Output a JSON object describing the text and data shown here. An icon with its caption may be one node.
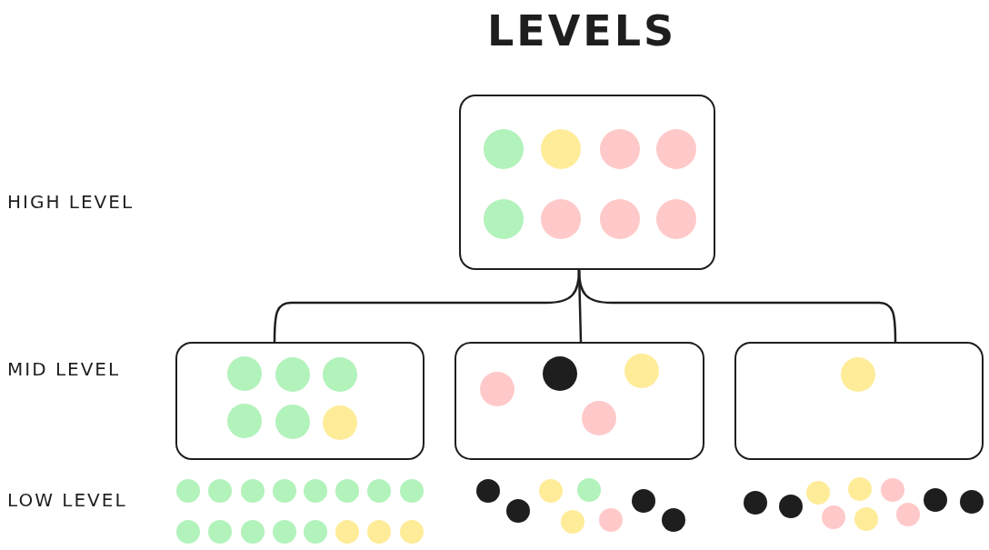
{
  "diagram": {
    "title": "LEVELS",
    "nodes": [
      {
        "text": [],
        "shape": "box"
      },
      {
        "text": [],
        "shape": "box"
      },
      {
        "text": [],
        "shape": "box"
      },
      {
        "text": [],
        "shape": "box"
      }
    ],
    "edges": [
      {
        "from": 0,
        "to": 1,
        "arrow": "none"
      },
      {
        "from": 0,
        "to": 2,
        "arrow": "none"
      },
      {
        "from": 0,
        "to": 3,
        "arrow": "none"
      }
    ],
    "labels": [
      "HIGH LEVEL",
      "MID LEVEL",
      "LOW LEVEL"
    ]
  }
}
